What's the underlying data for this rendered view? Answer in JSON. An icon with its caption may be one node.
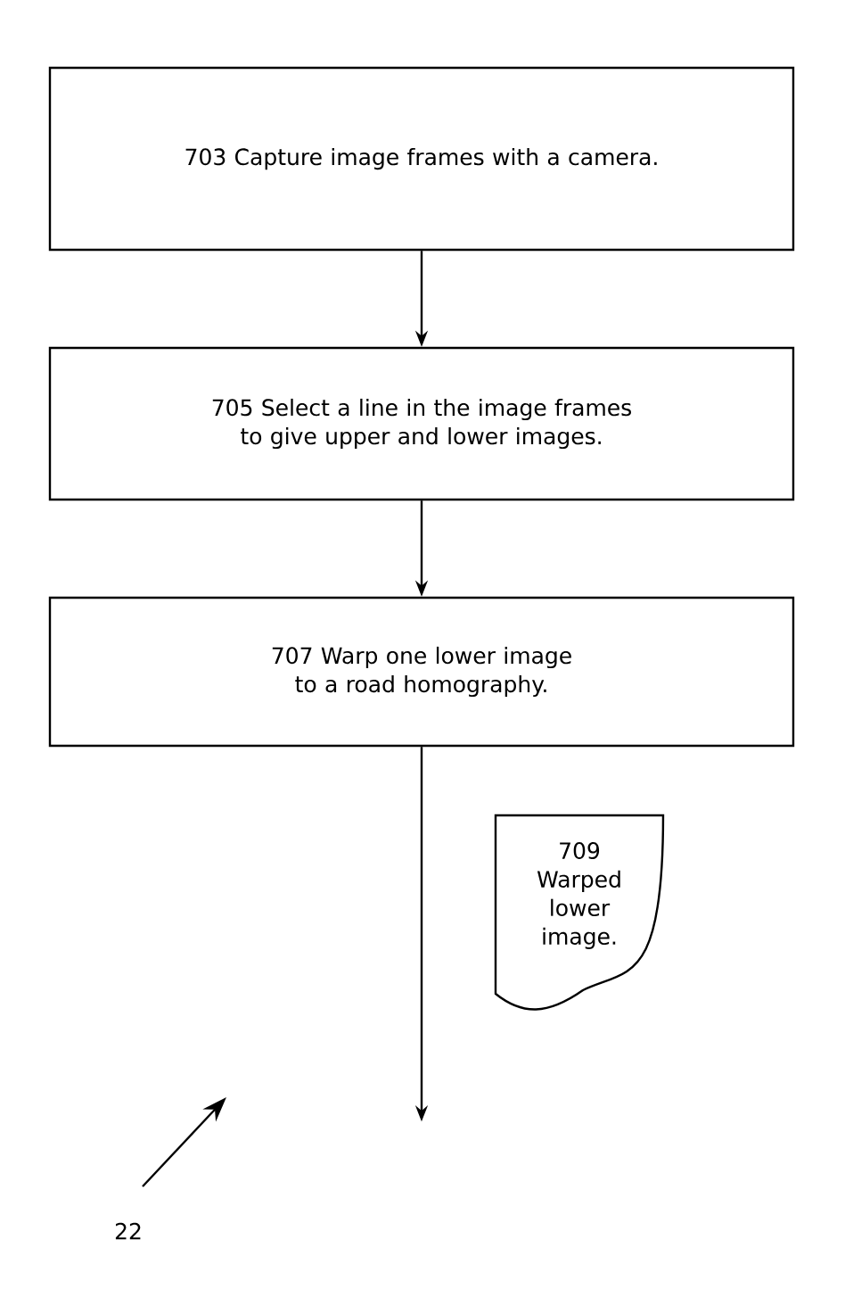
{
  "diagram": {
    "nodes": [
      {
        "text": [
          "703 Capture image frames with a camera."
        ]
      },
      {
        "text": [
          "705 Select a line in the image frames to give upper and lower images."
        ]
      },
      {
        "text": [
          "707 Warp one lower image to a road homography."
        ]
      },
      {
        "text": [
          "709 Warped lower image."
        ]
      }
    ],
    "edges": [
      {
        "from": 0,
        "to": 1,
        "arrow": "to"
      },
      {
        "from": 1,
        "to": 2,
        "arrow": "to"
      },
      {
        "from": 2,
        "to": null,
        "arrow": "to"
      }
    ],
    "labels": [
      "22"
    ]
  }
}
